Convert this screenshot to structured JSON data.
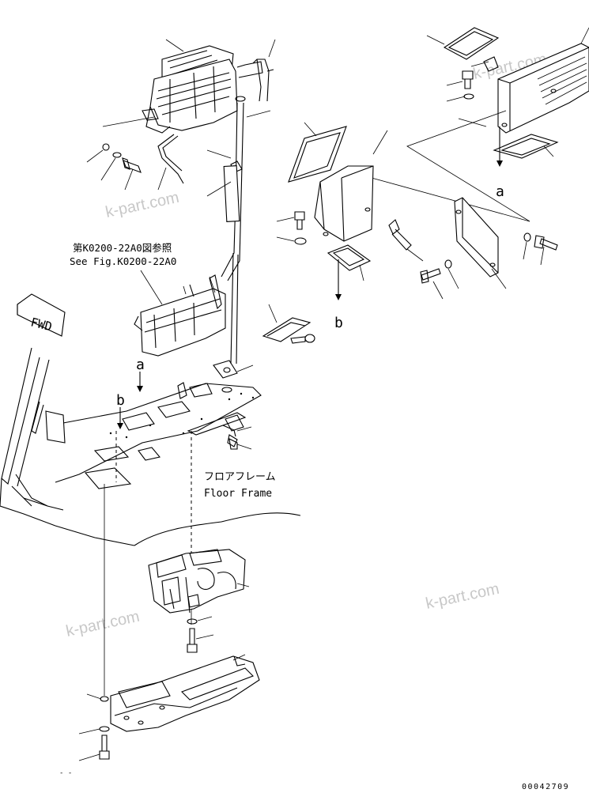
{
  "reference": {
    "japanese": "第K0200-22A0図参照",
    "english": "See Fig.K0200-22A0"
  },
  "floor_frame": {
    "japanese": "フロアフレーム",
    "english": "Floor Frame"
  },
  "fwd_label": "FWD",
  "connection_letters": {
    "a_upper": "a",
    "b_upper": "b",
    "a_lower": "a",
    "b_lower": "b"
  },
  "watermarks": [
    "k-part.com",
    "k-part.com",
    "k-part.com",
    "k-part.com"
  ],
  "drawing_number": "00042709"
}
